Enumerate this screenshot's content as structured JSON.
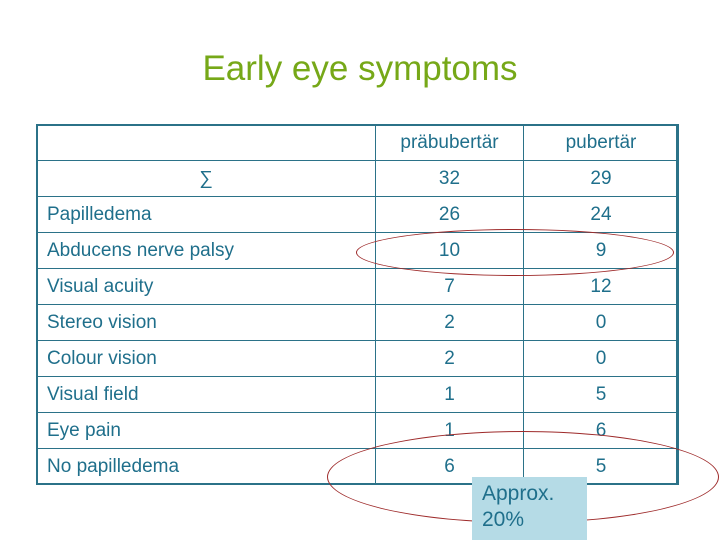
{
  "slide": {
    "title": "Early eye symptoms",
    "title_color": "#76a818"
  },
  "table": {
    "columns": [
      {
        "key": "label",
        "header": ""
      },
      {
        "key": "prepubertal",
        "header": "präbubertär"
      },
      {
        "key": "pubertal",
        "header": "pubertär"
      }
    ],
    "sum_row": {
      "symbol": "∑",
      "prepubertal": "32",
      "pubertal": "29"
    },
    "rows": [
      {
        "label": "Papilledema",
        "prepubertal": "26",
        "pubertal": "24",
        "highlight": true,
        "bold_pre": false,
        "bold_pub": false
      },
      {
        "label": "Abducens nerve palsy",
        "prepubertal": "10",
        "pubertal": "9",
        "highlight": false,
        "bold_pre": true,
        "bold_pub": true
      },
      {
        "label": "Visual acuity",
        "prepubertal": "7",
        "pubertal": "12",
        "highlight": false,
        "bold_pre": false,
        "bold_pub": false
      },
      {
        "label": "Stereo vision",
        "prepubertal": "2",
        "pubertal": "0",
        "highlight": false,
        "bold_pre": false,
        "bold_pub": false
      },
      {
        "label": "Colour vision",
        "prepubertal": "2",
        "pubertal": "0",
        "highlight": false,
        "bold_pre": false,
        "bold_pub": false
      },
      {
        "label": "Visual field",
        "prepubertal": "1",
        "pubertal": "5",
        "highlight": false,
        "bold_pre": false,
        "bold_pub": true
      },
      {
        "label": "Eye pain",
        "prepubertal": "1",
        "pubertal": "6",
        "highlight": false,
        "bold_pre": false,
        "bold_pub": false
      },
      {
        "label": "No papilledema",
        "prepubertal": "6",
        "pubertal": "5",
        "highlight": false,
        "bold_pre": false,
        "bold_pub": false
      }
    ],
    "highlight_color": "#ffff99",
    "border_color": "#2b7288",
    "text_color": "#1f6f8b"
  },
  "annotations": {
    "callout": {
      "line1": "Approx.",
      "line2": "20%",
      "background": "#b5dbe6"
    },
    "ellipse_color": "#9e2b2b",
    "ellipse_labels": [
      "ellipse-around-abducens-values",
      "ellipse-around-eye-pain-and-no-papilledema-values"
    ]
  }
}
